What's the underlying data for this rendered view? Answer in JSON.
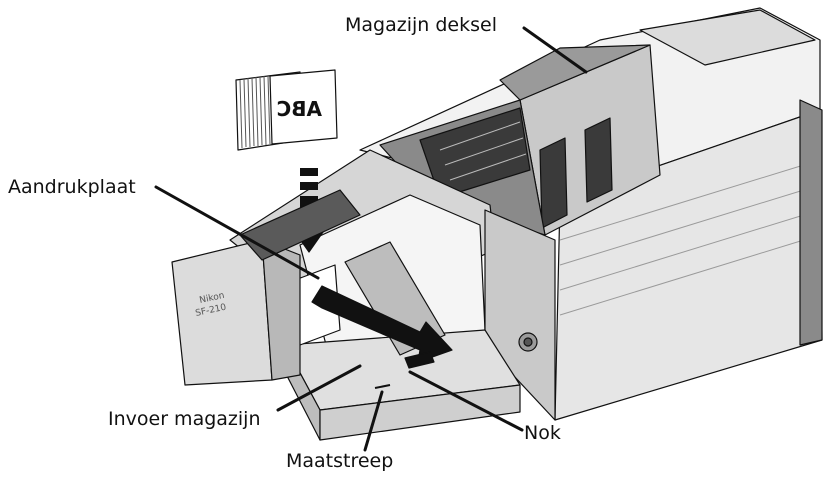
{
  "labels": {
    "magazine_lid": "Magazijn deksel",
    "pressure_plate": "Aandrukplaat",
    "feed_magazine": "Invoer magazijn",
    "nub": "Nok",
    "gauge_mark": "Maatstreep"
  },
  "device": {
    "brand": "Nikon",
    "model": "SF-210"
  },
  "slide_text": "ABC",
  "colors": {
    "line": "#111111",
    "body_light": "#f2f2f2",
    "body_mid": "#c9c9c9",
    "body_dark": "#8a8a8a",
    "deep": "#3a3a3a"
  }
}
